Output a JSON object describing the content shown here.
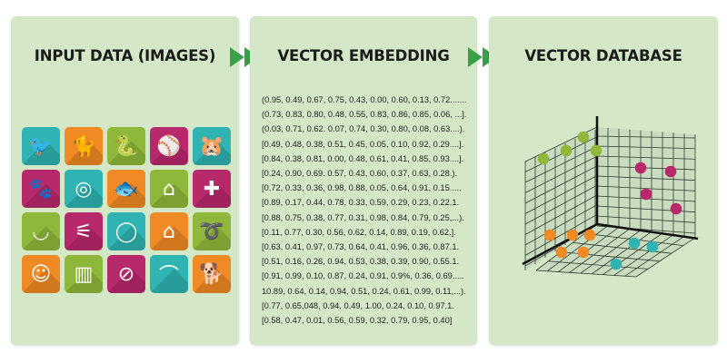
{
  "panels": {
    "input": {
      "title": "INPUT DATA (IMAGES)"
    },
    "embedding": {
      "title": "VECTOR EMBEDDING"
    },
    "database": {
      "title": "VECTOR DATABASE"
    }
  },
  "colors": {
    "panel_bg": "#d4e8c7",
    "arrow": "#3aa047",
    "teal": "#2fb3b3",
    "orange": "#f08a24",
    "green": "#8fb83a",
    "magenta": "#b8296b"
  },
  "icons": [
    {
      "name": "parrot-icon",
      "color": "teal",
      "glyph": "🐦"
    },
    {
      "name": "cat-icon",
      "color": "orange",
      "glyph": "🐈"
    },
    {
      "name": "snake-icon",
      "color": "green",
      "glyph": "🐍"
    },
    {
      "name": "ball-icon",
      "color": "magenta",
      "glyph": "⚾"
    },
    {
      "name": "hamster-icon",
      "color": "teal",
      "glyph": "🐹"
    },
    {
      "name": "paw-icon",
      "color": "magenta",
      "glyph": "🐾"
    },
    {
      "name": "food-pellets-icon",
      "color": "teal",
      "glyph": "◎"
    },
    {
      "name": "fish-icon",
      "color": "orange",
      "glyph": "🐟"
    },
    {
      "name": "birdcage-icon",
      "color": "green",
      "glyph": "⌂"
    },
    {
      "name": "first-aid-kit-icon",
      "color": "magenta",
      "glyph": "✚"
    },
    {
      "name": "pet-bowl-icon",
      "color": "green",
      "glyph": "◡"
    },
    {
      "name": "grooming-brush-icon",
      "color": "magenta",
      "glyph": "⚟"
    },
    {
      "name": "fishbowl-icon",
      "color": "teal",
      "glyph": "◯"
    },
    {
      "name": "doghouse-icon",
      "color": "orange",
      "glyph": "⌂"
    },
    {
      "name": "collar-leash-icon",
      "color": "green",
      "glyph": "➰"
    },
    {
      "name": "pet-bed-icon",
      "color": "orange",
      "glyph": "☺"
    },
    {
      "name": "pet-carrier-icon",
      "color": "green",
      "glyph": "▥"
    },
    {
      "name": "pet-food-plate-icon",
      "color": "magenta",
      "glyph": "⊘"
    },
    {
      "name": "pet-clothes-icon",
      "color": "teal",
      "glyph": "⌒"
    },
    {
      "name": "dog-icon",
      "color": "orange",
      "glyph": "🐕"
    }
  ],
  "vectors": [
    "(0.95, 0.49, 0.67, 0.75, 0.43, 0.00, 0.60, 0.13, 0.72.......",
    "(0.73, 0.83, 0.80, 0.48, 0.55, 0.83, 0.86, 0.85, 0.06, ...].",
    "(0.03, 0.71, 0.62. 0.07, 0.74, 0.30, 0.80, 0.08, 0.63....).",
    "[0.49, 0.48, 0.38, 0.51, 0.45, 0.05, 0.10, 0.92, 0.29....].",
    "[0.84, 0.38, 0.81, 0.00, 0.48, 0.61, 0.41, 0.85, 0.93....].",
    "[0.24, 0.90, 0.69. 0.57, 0.43, 0.60, 0.37, 0.63, 0.28.).",
    "[0.72, 0.33, 0.36, 0.98, 0.88, 0.05, 0.64, 0.91, 0.15.....",
    "[0.89, 0.17, 0.44, 0.78, 0.33, 0.59, 0.29, 0.23, 0.22.1.",
    "[0.88, 0.75, 0.38, 0.77, 0.31, 0.98, 0.84, 0.79, 0.25,...).",
    "[0.11, 0.77, 0.30, 0.56, 0.62, 0.14, 0.89, 0.19, 0.62.].",
    "[0.63, 0.41, 0.97, 0.73, 0.64, 0.41, 0.96, 0.36, 0.87.1.",
    "[0.51, 0.16, 0.26, 0.94, 0.53, 0.38, 0.39, 0.90, 0.55.1.",
    "[0.91, 0.99, 0.10, 0.87, 0.24, 0.91, 0.9%, 0.36, 0.69.....",
    "10.89, 0.64, 0.14, 0.94, 0.51, 0.24, 0.61, 0.99, 0.11,...).",
    "[0.77, 0.65,048, 0.94, 0.49, 1.00, 0.24, 0.10, 0.97.1.",
    "[0.58, 0.47, 0.01, 0.56, 0.59, 0.32, 0.79, 0.95, 0.40]"
  ],
  "clusters": [
    {
      "name": "green-cluster",
      "color": "green",
      "count": 4
    },
    {
      "name": "magenta-cluster",
      "color": "magenta",
      "count": 4
    },
    {
      "name": "orange-cluster",
      "color": "orange",
      "count": 5
    },
    {
      "name": "teal-cluster",
      "color": "teal",
      "count": 3
    }
  ]
}
